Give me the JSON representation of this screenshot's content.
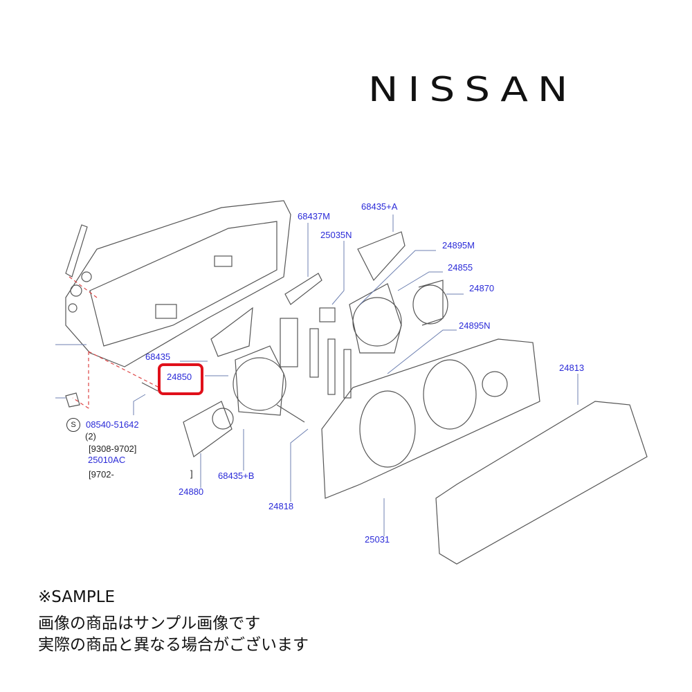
{
  "brand": {
    "logo_text": "NISSAN"
  },
  "diagram": {
    "highlighted_part": "24850",
    "highlight_color": "#e0101a",
    "label_color": "#2a2ad8",
    "labels": {
      "p68437M": "68437M",
      "p68435A": "68435+A",
      "p25035N": "25035N",
      "p24895M": "24895M",
      "p24855": "24855",
      "p24870": "24870",
      "p24895N": "24895N",
      "p24813": "24813",
      "p68435": "68435",
      "p24850": "24850",
      "p08540": "08540-51642",
      "p25010AC": "25010AC",
      "p24880": "24880",
      "p68435B": "68435+B",
      "p24818": "24818",
      "p25031": "25031"
    },
    "notes": {
      "s_symbol": "S",
      "qty": "(2)",
      "range1": "[9308-9702]",
      "range2": "[9702-",
      "bracket": "]"
    }
  },
  "footer": {
    "lines": [
      "※SAMPLE",
      "画像の商品はサンプル画像です",
      "実際の商品と異なる場合がございます"
    ]
  }
}
